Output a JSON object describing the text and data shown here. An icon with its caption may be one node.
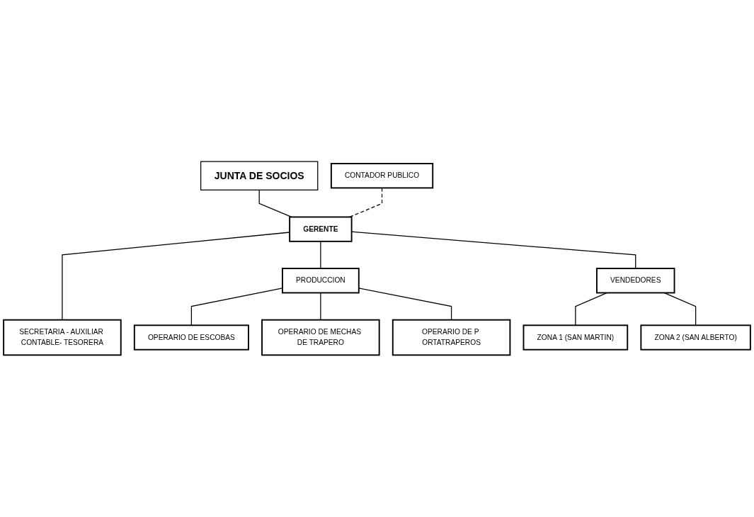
{
  "diagram": {
    "nodes": [
      {
        "text": [
          "JUNTA DE SOCIOS"
        ]
      },
      {
        "text": [
          "GERENTE"
        ]
      },
      {
        "text": [
          "CONTADOR PUBLICO"
        ]
      },
      {
        "text": [
          "SECRETARIA - AUXILIAR CONTABLE- TESORERA"
        ]
      },
      {
        "text": [
          "PRODUCCION"
        ]
      },
      {
        "text": [
          "VENDEDORES"
        ]
      },
      {
        "text": [
          "OPERARIO DE ESCOBAS"
        ]
      },
      {
        "text": [
          "OPERARIO DE MECHAS DE TRAPERO"
        ]
      },
      {
        "text": [
          "OPERARIO DE P ORTATRAPEROS"
        ]
      },
      {
        "text": [
          "ZONA 1 (SAN MARTIN)"
        ]
      },
      {
        "text": [
          "ZONA 2 (SAN ALBERTO)"
        ]
      }
    ],
    "edges": [
      {
        "from": 0,
        "to": 1,
        "arrow": "none"
      },
      {
        "from": 2,
        "to": 1,
        "arrow": "none",
        "style": "dashed"
      },
      {
        "from": 1,
        "to": 3,
        "arrow": "none"
      },
      {
        "from": 1,
        "to": 4,
        "arrow": "none"
      },
      {
        "from": 1,
        "to": 5,
        "arrow": "none"
      },
      {
        "from": 4,
        "to": 6,
        "arrow": "none"
      },
      {
        "from": 4,
        "to": 7,
        "arrow": "none"
      },
      {
        "from": 4,
        "to": 8,
        "arrow": "none"
      },
      {
        "from": 5,
        "to": 9,
        "arrow": "none"
      },
      {
        "from": 5,
        "to": 10,
        "arrow": "none"
      }
    ]
  }
}
